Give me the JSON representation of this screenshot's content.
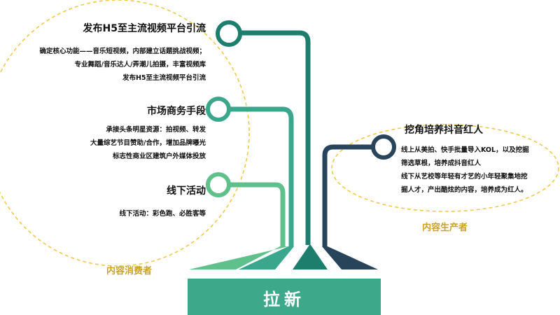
{
  "consumer_group": {
    "label": "内容消费者",
    "branches": [
      {
        "title": "发布H5至主流视频平台引流",
        "lines": [
          "确定核心功能——音乐短视频，内部建立话题挑战视频；",
          "专业舞蹈/音乐达人/弄潮儿拍摄，丰富视频库",
          "发布H5至主流视频平台引流"
        ]
      },
      {
        "title": "市场商务手段",
        "lines": [
          "承接头条明星资源：拍视频、转发",
          "大量综艺节目赞助/合作，增加品牌曝光",
          "标志性商业区建筑户外媒体投放"
        ]
      },
      {
        "title": "线下活动",
        "lines": [
          "线下活动：彩色跑、必胜客等"
        ]
      }
    ]
  },
  "producer_group": {
    "label": "内容生产者",
    "branch": {
      "title": "挖角培养抖音红人",
      "lines": [
        "线上从美拍、快手批量导入KOL，以及挖掘",
        "筛选草根，培养成抖音红人",
        "线下从艺校等年轻有才艺的小年轻聚集地挖",
        "掘人才，产出酷炫的内容，培养成为红人。"
      ]
    }
  },
  "base": {
    "label": "拉新"
  },
  "colors": {
    "dark_teal": "#1e7e6e",
    "mid_teal": "#3aa78c",
    "light_green": "#5fc08c",
    "navy": "#27445a",
    "base_green": "#3ea88a",
    "dashed_gold": "#f2c94c",
    "gold_text": "#c9a227"
  }
}
